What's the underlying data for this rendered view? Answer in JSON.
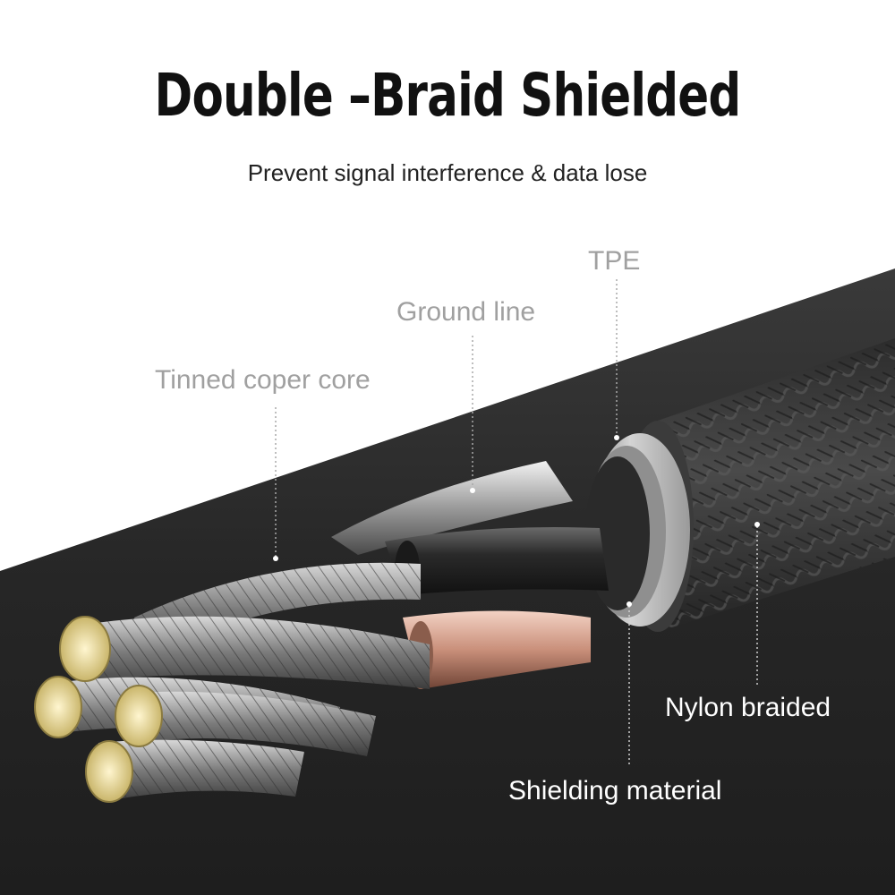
{
  "header": {
    "title": "Double –Braid Shielded",
    "subtitle": "Prevent signal interference & data lose"
  },
  "callouts": {
    "tpe": "TPE",
    "ground_line": "Ground line",
    "tinned_copper_core": "Tinned coper core",
    "nylon_braided": "Nylon braided",
    "shielding_material": "Shielding material"
  },
  "colors": {
    "background_top": "#ffffff",
    "background_dark": "#2a2a2a",
    "braid": "#3a3a3a",
    "tpe_ring": "#b9b9b9",
    "copper": "#c98f7a",
    "wire_tips": "#e8d9a0",
    "callout_grey": "#a0a0a0",
    "callout_white": "#ffffff"
  }
}
